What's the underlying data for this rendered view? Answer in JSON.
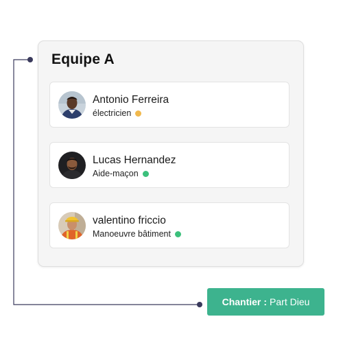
{
  "team": {
    "title": "Equipe A",
    "members": [
      {
        "name": "Antonio Ferreira",
        "role": "électricien",
        "status_color": "#f1b94d",
        "avatar_icon": "person-avatar-icon"
      },
      {
        "name": "Lucas Hernandez",
        "role": "Aide-maçon",
        "status_color": "#3cc07c",
        "avatar_icon": "person-avatar-icon"
      },
      {
        "name": "valentino friccio",
        "role": "Manoeuvre bâtiment",
        "status_color": "#3cc07c",
        "avatar_icon": "person-avatar-icon"
      }
    ]
  },
  "site": {
    "label": "Chantier",
    "separator": ":",
    "value": "Part Dieu",
    "badge_color": "#3db38e"
  },
  "connector_color": "#3a3a5c"
}
